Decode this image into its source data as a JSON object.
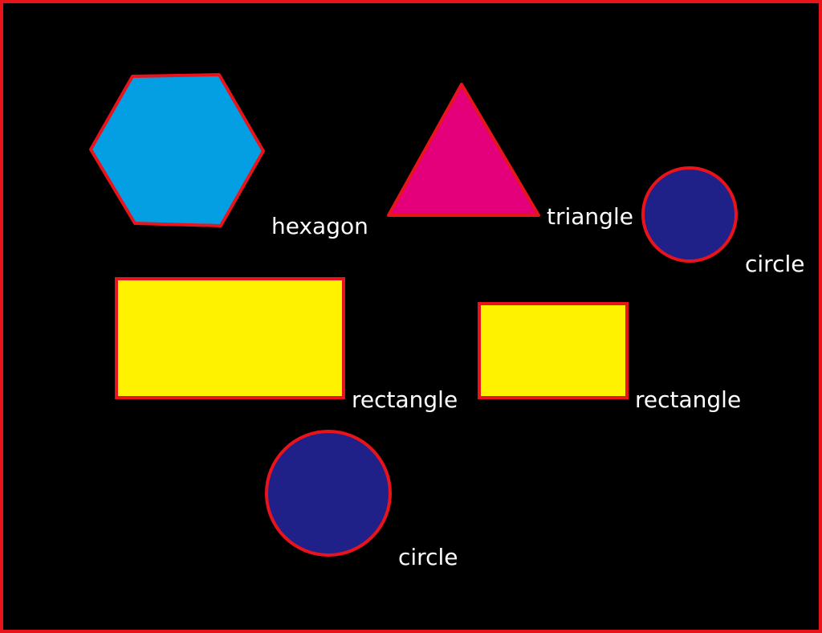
{
  "colors": {
    "background": "#000000",
    "outline": "#e8131b",
    "hexagon_fill": "#049fe3",
    "triangle_fill": "#e3007a",
    "circle_fill": "#1f2188",
    "rectangle_fill": "#fff200",
    "label_text": "#ffffff"
  },
  "shapes": [
    {
      "name": "hexagon",
      "label": "hexagon"
    },
    {
      "name": "triangle",
      "label": "triangle"
    },
    {
      "name": "circle",
      "label": "circle"
    },
    {
      "name": "rectangle",
      "label": "rectangle"
    },
    {
      "name": "rectangle",
      "label": "rectangle"
    },
    {
      "name": "circle",
      "label": "circle"
    }
  ]
}
